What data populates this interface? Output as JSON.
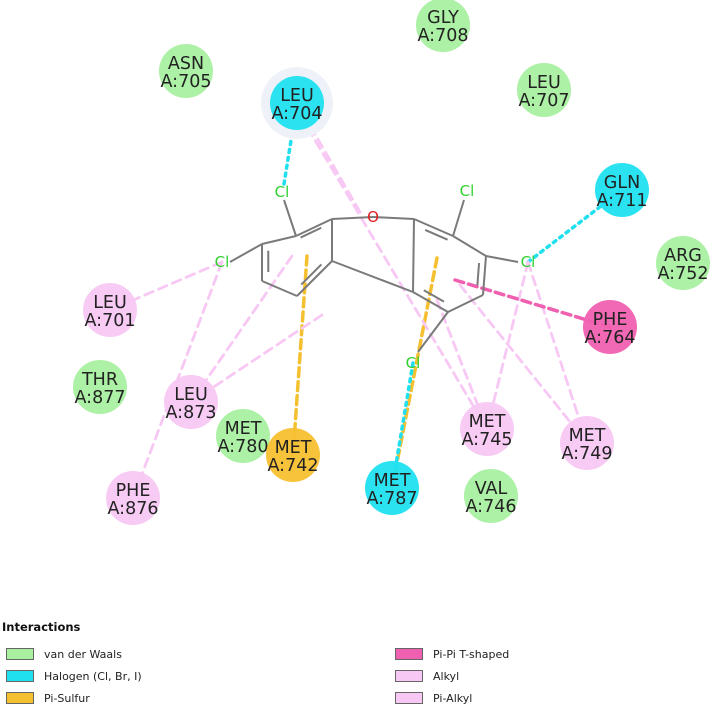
{
  "residues": [
    {
      "id": "leu704",
      "name": "LEU",
      "chain": "A:704",
      "type": "halogen",
      "halo": true
    },
    {
      "id": "asn705",
      "name": "ASN",
      "chain": "A:705",
      "type": "vdw"
    },
    {
      "id": "gly708",
      "name": "GLY",
      "chain": "A:708",
      "type": "vdw"
    },
    {
      "id": "leu707",
      "name": "LEU",
      "chain": "A:707",
      "type": "vdw"
    },
    {
      "id": "gln711",
      "name": "GLN",
      "chain": "A:711",
      "type": "halogen"
    },
    {
      "id": "arg752",
      "name": "ARG",
      "chain": "A:752",
      "type": "vdw"
    },
    {
      "id": "leu701",
      "name": "LEU",
      "chain": "A:701",
      "type": "alkyl"
    },
    {
      "id": "phe764",
      "name": "PHE",
      "chain": "A:764",
      "type": "pipi"
    },
    {
      "id": "thr877",
      "name": "THR",
      "chain": "A:877",
      "type": "vdw"
    },
    {
      "id": "leu873",
      "name": "LEU",
      "chain": "A:873",
      "type": "alkyl"
    },
    {
      "id": "met780",
      "name": "MET",
      "chain": "A:780",
      "type": "vdw"
    },
    {
      "id": "met742",
      "name": "MET",
      "chain": "A:742",
      "type": "sulfur"
    },
    {
      "id": "met745",
      "name": "MET",
      "chain": "A:745",
      "type": "alkyl"
    },
    {
      "id": "met749",
      "name": "MET",
      "chain": "A:749",
      "type": "alkyl"
    },
    {
      "id": "phe876",
      "name": "PHE",
      "chain": "A:876",
      "type": "alkyl"
    },
    {
      "id": "met787",
      "name": "MET",
      "chain": "A:787",
      "type": "halogen"
    },
    {
      "id": "val746",
      "name": "VAL",
      "chain": "A:746",
      "type": "vdw"
    }
  ],
  "ligand": {
    "atoms": [
      {
        "label": "O",
        "kind": "O"
      },
      {
        "label": "Cl",
        "kind": "Cl"
      },
      {
        "label": "Cl",
        "kind": "Cl"
      },
      {
        "label": "Cl",
        "kind": "Cl"
      },
      {
        "label": "Cl",
        "kind": "Cl"
      },
      {
        "label": "Cl",
        "kind": "Cl"
      }
    ]
  },
  "colors": {
    "vdw": "#a8f0a0",
    "halogen": "#20e0f0",
    "sulfur": "#f5c030",
    "pipi": "#f060b0",
    "alkyl": "#f8c8f4",
    "pialkyl": "#f8c8f4",
    "bond": "#7a7a7a",
    "oxygen": "#e02020",
    "chlorine": "#30d030"
  },
  "legend": {
    "title": "Interactions",
    "items": [
      {
        "label": "van der Waals",
        "color": "#a8f0a0"
      },
      {
        "label": "Halogen (Cl, Br, I)",
        "color": "#20e0f0"
      },
      {
        "label": "Pi-Sulfur",
        "color": "#f5c030"
      },
      {
        "label": "Pi-Pi T-shaped",
        "color": "#f060b0"
      },
      {
        "label": "Alkyl",
        "color": "#f8c8f4"
      },
      {
        "label": "Pi-Alkyl",
        "color": "#f8c8f4"
      }
    ]
  }
}
